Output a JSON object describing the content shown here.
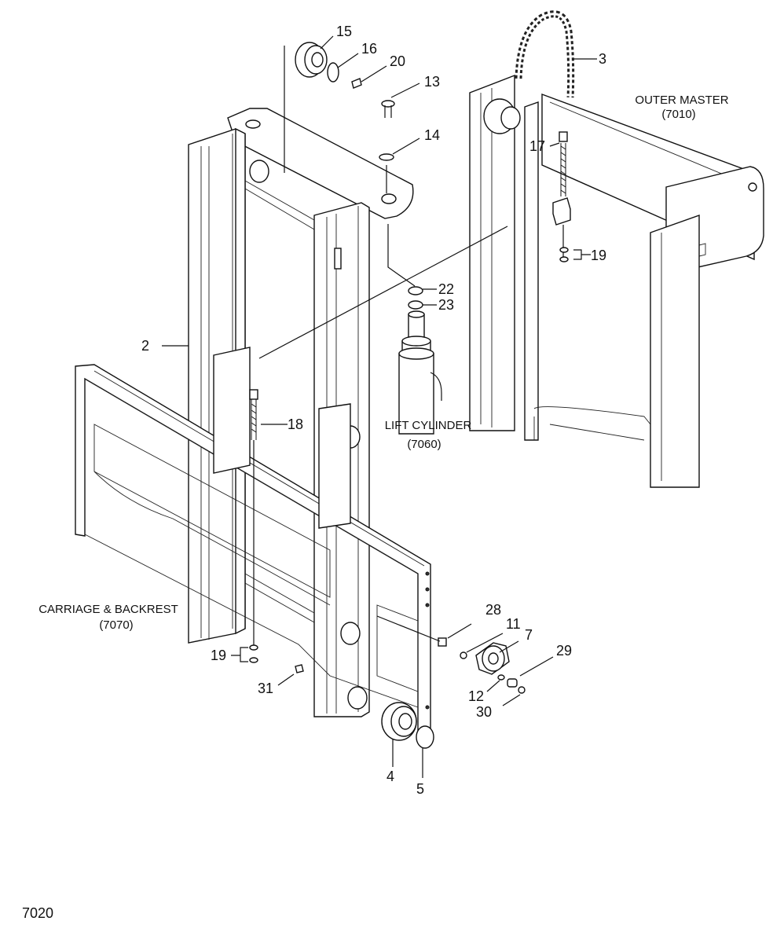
{
  "page_code": "7020",
  "assemblies": {
    "outer_master": {
      "name": "OUTER MASTER",
      "code": "(7010)"
    },
    "lift_cylinder": {
      "name": "LIFT CYLINDER",
      "code": "(7060)"
    },
    "carriage_backrest": {
      "name": "CARRIAGE & BACKREST",
      "code": "(7070)"
    }
  },
  "callouts": {
    "c2": "2",
    "c3": "3",
    "c4": "4",
    "c5": "5",
    "c7": "7",
    "c11": "11",
    "c12": "12",
    "c13": "13",
    "c14": "14",
    "c15": "15",
    "c16": "16",
    "c17": "17",
    "c18": "18",
    "c19a": "19",
    "c19b": "19",
    "c20": "20",
    "c22": "22",
    "c23": "23",
    "c28": "28",
    "c29": "29",
    "c30": "30",
    "c31": "31"
  }
}
